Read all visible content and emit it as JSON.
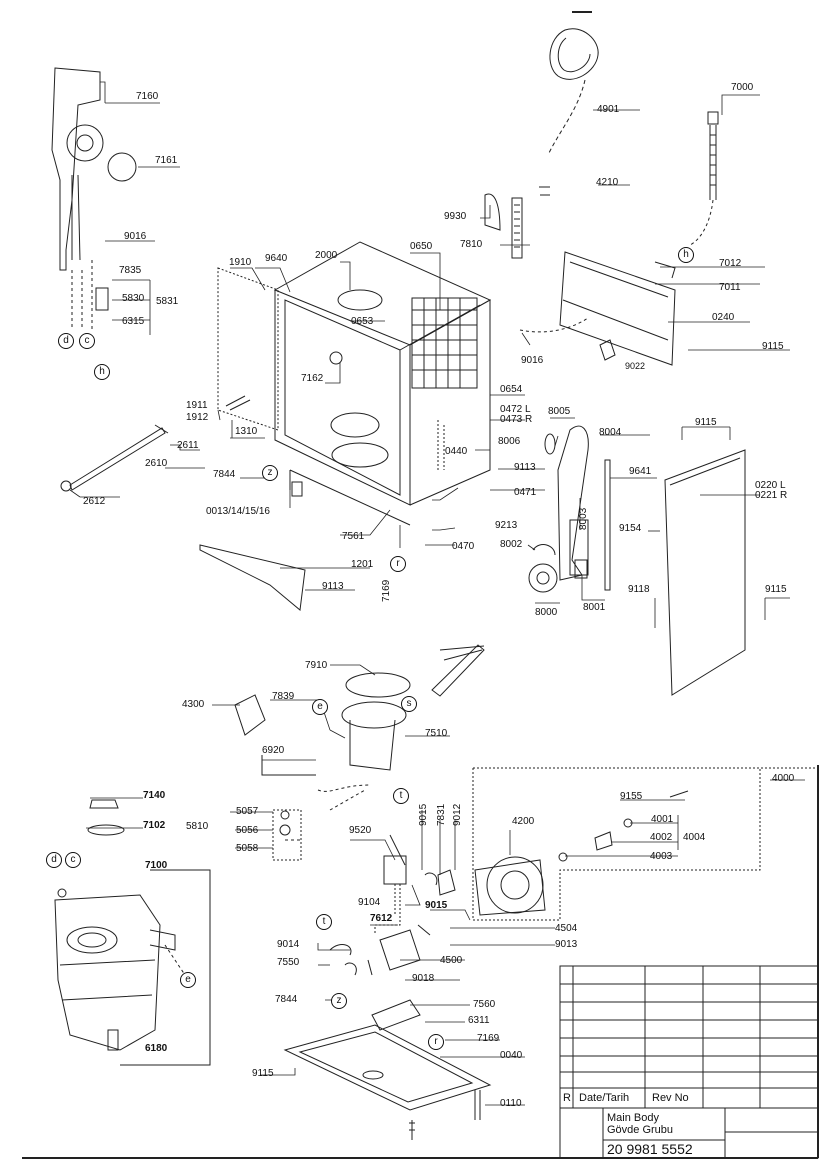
{
  "parts": {
    "p7160": "7160",
    "p7161": "7161",
    "p9016a": "9016",
    "p7835": "7835",
    "p5830": "5830",
    "p5831": "5831",
    "p6315": "6315",
    "p1910": "1910",
    "p9640": "9640",
    "p2000": "2000",
    "p0650": "0650",
    "p0653": "0653",
    "p7162": "7162",
    "p1911": "1911",
    "p1912": "1912",
    "p1310": "1310",
    "p2611": "2611",
    "p2610": "2610",
    "p2612": "2612",
    "p7844a": "7844",
    "p0013": "0013/14/15/16",
    "p1201": "1201",
    "p9113a": "9113",
    "p7561": "7561",
    "p7169a": "7169",
    "p0470": "0470",
    "p0471": "0471",
    "p9213": "9213",
    "p0440": "0440",
    "p0654": "0654",
    "p0472": "0472 L",
    "p0473": "0473 R",
    "p8005": "8005",
    "p8006": "8006",
    "p9113b": "9113",
    "p4901": "4901",
    "p4210": "4210",
    "p9930": "9930",
    "p7810": "7810",
    "p7000": "7000",
    "p7012": "7012",
    "p7011": "7011",
    "p0240": "0240",
    "p9016b": "9016",
    "p9022": "9022",
    "p9115a": "9115",
    "p8004": "8004",
    "p9641": "9641",
    "p8003": "8003",
    "p8002": "8002",
    "p8000": "8000",
    "p8001": "8001",
    "p9115b": "9115",
    "p0220": "0220 L",
    "p0221": "0221 R",
    "p9154": "9154",
    "p9118": "9118",
    "p9115c": "9115",
    "p7910": "7910",
    "p4300": "4300",
    "p7839": "7839",
    "p7510": "7510",
    "p6920": "6920",
    "p7140": "7140",
    "p7102": "7102",
    "p5810": "5810",
    "p5057": "5057",
    "p5056": "5056",
    "p5058": "5058",
    "p7100": "7100",
    "p6180": "6180",
    "p9520": "9520",
    "p9015a": "9015",
    "p7831": "7831",
    "p9012": "9012",
    "p4200": "4200",
    "p9104": "9104",
    "p7612": "7612",
    "p9015b": "9015",
    "p4504": "4504",
    "p9013": "9013",
    "p4500": "4500",
    "p9014": "9014",
    "p7550": "7550",
    "p9018": "9018",
    "p4000": "4000",
    "p9155": "9155",
    "p4001": "4001",
    "p4002": "4002",
    "p4004": "4004",
    "p4003": "4003",
    "p7844b": "7844",
    "p7560": "7560",
    "p6311": "6311",
    "p7169b": "7169",
    "p0040": "0040",
    "p9115d": "9115",
    "p0110": "0110"
  },
  "markers": {
    "d": "d",
    "c": "c",
    "h": "h",
    "z": "z",
    "r": "r",
    "e": "e",
    "s": "s",
    "t": "t"
  },
  "title_block": {
    "rev_letter": "R",
    "date_label": "Date/Tarih",
    "rev_label": "Rev No",
    "title_en": "Main Body",
    "title_tr": "Gövde Grubu",
    "doc_number": "20 9981 5552"
  }
}
